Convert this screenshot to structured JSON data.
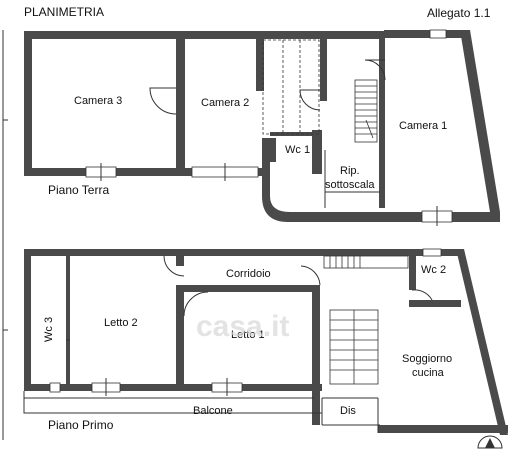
{
  "header": {
    "title": "PLANIMETRIA",
    "attachment": "Allegato 1.1"
  },
  "floors": {
    "ground": "Piano Terra",
    "first": "Piano Primo"
  },
  "rooms": {
    "camera3": "Camera 3",
    "camera2": "Camera 2",
    "camera1": "Camera 1",
    "wc1": "Wc 1",
    "rip_line1": "Rip.",
    "rip_line2": "sottoscala",
    "corridoio": "Corridoio",
    "wc2": "Wc 2",
    "wc3": "Wc 3",
    "letto2": "Letto 2",
    "letto1": "Letto 1",
    "soggiorno_line1": "Soggiorno",
    "soggiorno_line2": "cucina",
    "balcone": "Balcone",
    "dis": "Dis"
  },
  "watermark": "casa.it",
  "colors": {
    "wall": "#4a4a4a",
    "line": "#333333",
    "background": "#ffffff"
  }
}
